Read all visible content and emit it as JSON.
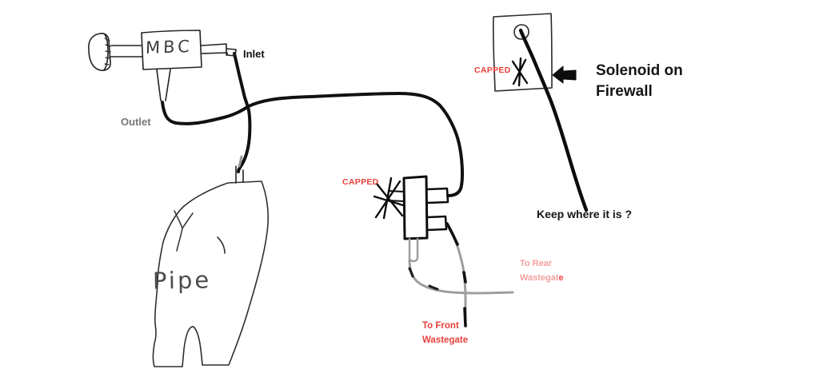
{
  "drawing": {
    "mbc": {
      "label": "MBC",
      "inlet_label": "Inlet",
      "outlet_label": "Outlet"
    },
    "pipe": {
      "label": "Pipe"
    },
    "tee": {
      "capped_label": "CAPPED"
    },
    "solenoid": {
      "capped_label": "CAPPED",
      "title_line1": "Solenoid on",
      "title_line2": "Firewall",
      "note": "Keep where it is ?"
    },
    "hoses": {
      "front_wastegate_line1": "To Front",
      "front_wastegate_line2": "Wastegate",
      "rear_wastegate_line1": "To Rear",
      "rear_wastegate_line2_main": "Wastegat",
      "rear_wastegate_line2_last": "e"
    },
    "colors": {
      "ink": "#111111",
      "thin_ink": "#2f2f2f",
      "red": "#e8403a",
      "pink": "#f2a09e",
      "pink_accent": "#ee4b48",
      "gray_hose": "#9e9e9e",
      "gray_text": "#767676"
    }
  }
}
